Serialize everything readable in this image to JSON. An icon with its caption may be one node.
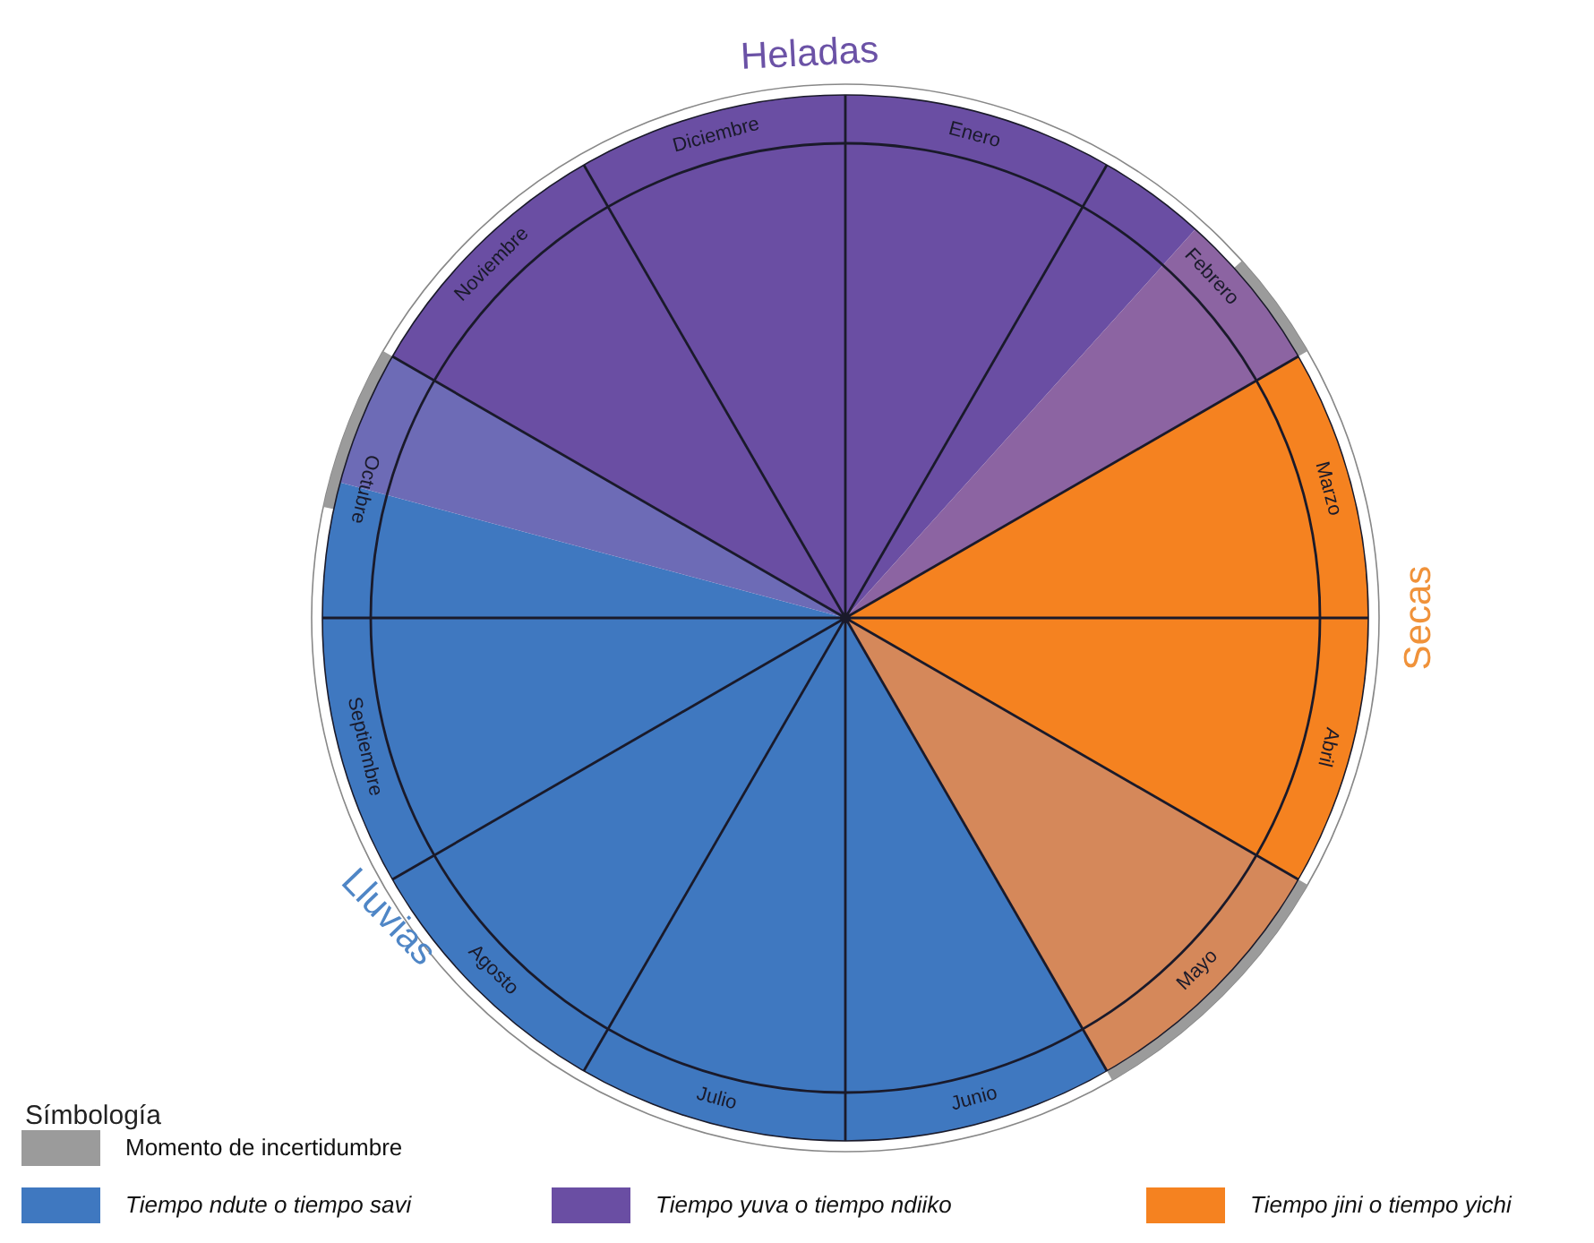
{
  "diagram": {
    "labels": [
      "Heladas",
      "Diciembre",
      "Enero",
      "Noviembre",
      "Febrero",
      "Octubre",
      "Marzo",
      "Secas",
      "Septiembre",
      "Abril",
      "Lluvias",
      "Agosto",
      "Mayo",
      "Julio",
      "Junio",
      "Símbología"
    ],
    "legend": [
      {
        "text": "Momento de incertidumbre",
        "color": "#9b9b9b"
      },
      {
        "text": "Tiempo ndute o tiempo savi",
        "color": "#3f78c0"
      },
      {
        "text": "Tiempo yuva o tiempo ndiiko",
        "color": "#6a4ea3"
      },
      {
        "text": "Tiempo jini o tiempo yichi",
        "color": "#f58220"
      }
    ]
  }
}
